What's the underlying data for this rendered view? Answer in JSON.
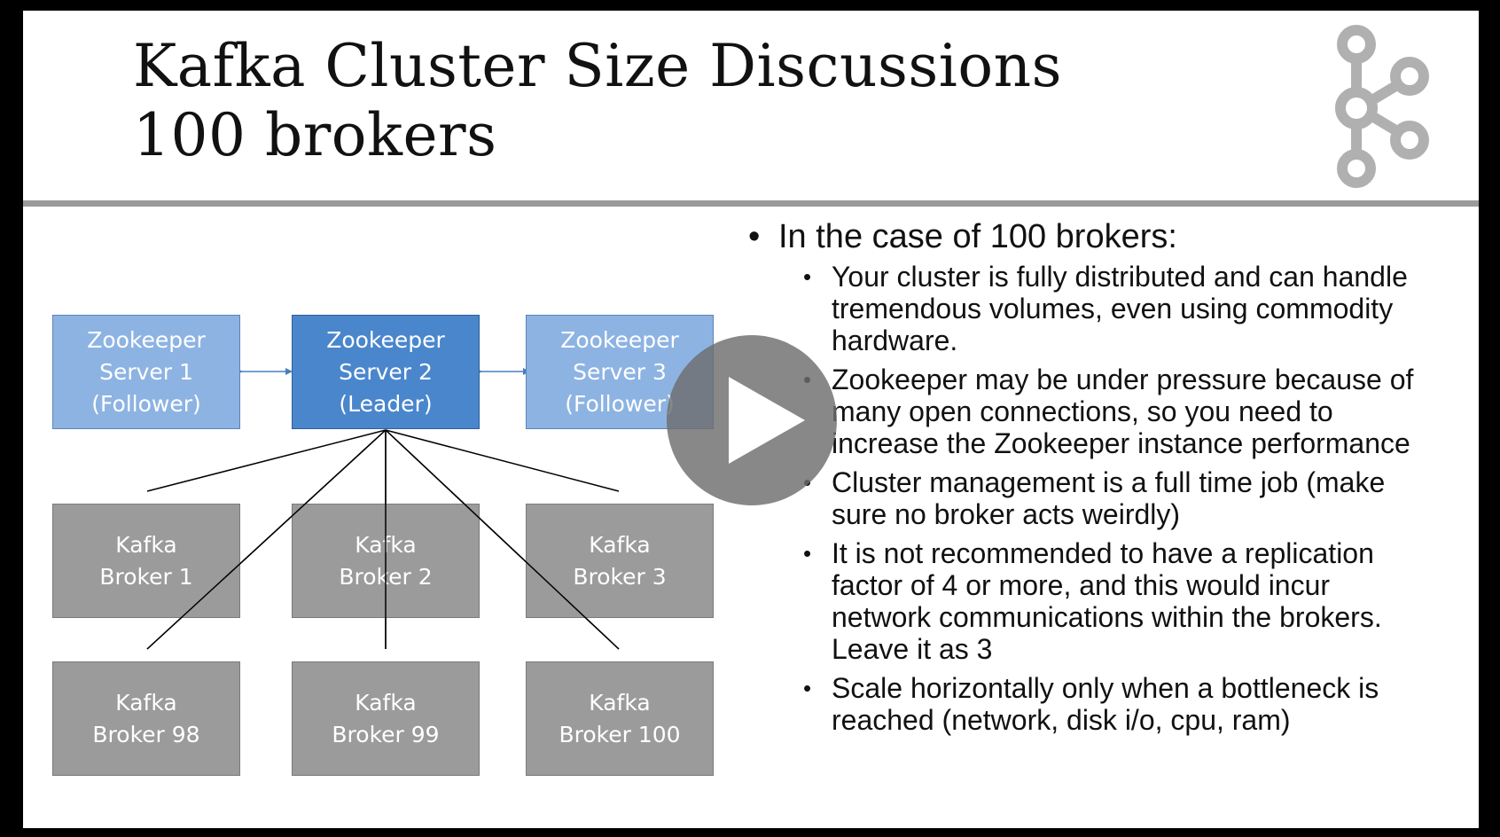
{
  "slide": {
    "title_line1": "Kafka Cluster Size Discussions",
    "title_line2": "100 brokers"
  },
  "logo": {
    "icon": "kafka-logo-icon",
    "color": "#b0b0b0"
  },
  "diagram": {
    "zookeepers": [
      {
        "label": "Zookeeper\nServer 1\n(Follower)",
        "role": "follower"
      },
      {
        "label": "Zookeeper\nServer 2\n(Leader)",
        "role": "leader"
      },
      {
        "label": "Zookeeper\nServer 3\n(Follower)",
        "role": "follower"
      }
    ],
    "brokers": [
      {
        "label": "Kafka\nBroker 1"
      },
      {
        "label": "Kafka\nBroker 2"
      },
      {
        "label": "Kafka\nBroker 3"
      },
      {
        "label": "Kafka\nBroker 98"
      },
      {
        "label": "Kafka\nBroker 99"
      },
      {
        "label": "Kafka\nBroker 100"
      }
    ],
    "colors": {
      "follower": "#8db3e2",
      "leader": "#4a86cc",
      "broker": "#9b9b9b",
      "arrow": "#4a7ebb"
    }
  },
  "bullets": {
    "main": "In the case of 100 brokers:",
    "sub": [
      "Your cluster is fully distributed and can handle\ntremendous volumes, even using commodity\nhardware.",
      "Zookeeper may be under pressure because of\nmany open connections, so you need to\nincrease the Zookeeper instance performance",
      "Cluster management is a full time job (make\nsure no broker acts weirdly)",
      "It is not recommended to have a replication\nfactor of 4 or more, and this would incur\nnetwork communications within the brokers.\nLeave it as 3",
      "Scale horizontally only when a bottleneck is\nreached (network, disk i/o, cpu, ram)"
    ]
  },
  "player": {
    "play_icon": "play-icon"
  }
}
